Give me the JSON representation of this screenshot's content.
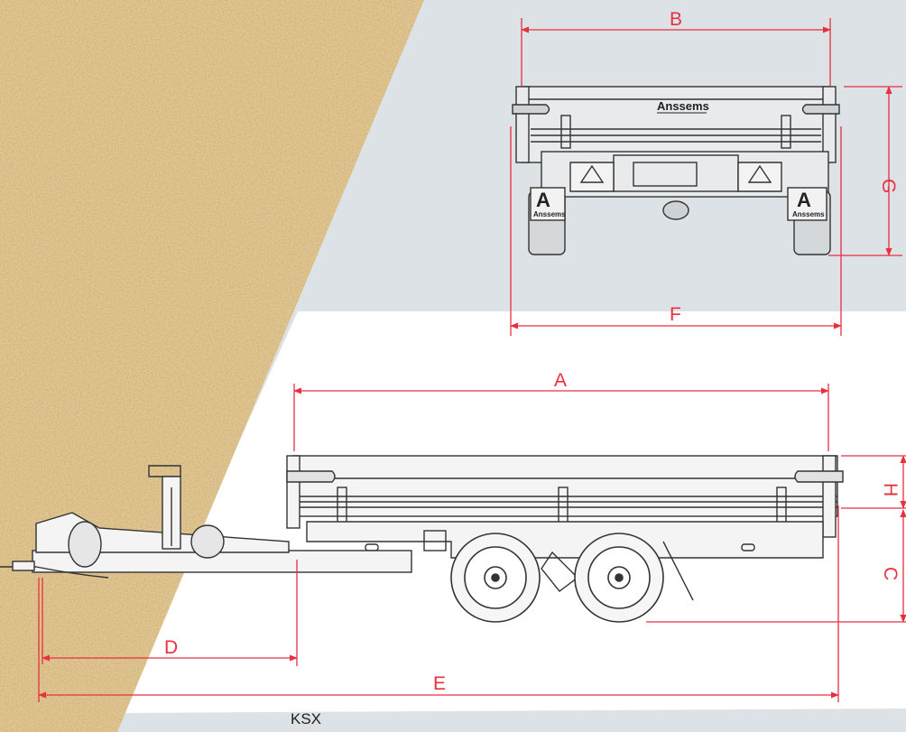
{
  "brand": {
    "name": "Anssems"
  },
  "model": "KSX",
  "dimensions": {
    "A": "A",
    "B": "B",
    "C": "C",
    "D": "D",
    "E": "E",
    "F": "F",
    "G": "G",
    "H": "H"
  },
  "colors": {
    "dimension_line": "#e8303e",
    "background_upper": "#dde2e6",
    "background_lower": "#ffffff",
    "sand": "#e2c68e",
    "drawing": "#333333"
  }
}
